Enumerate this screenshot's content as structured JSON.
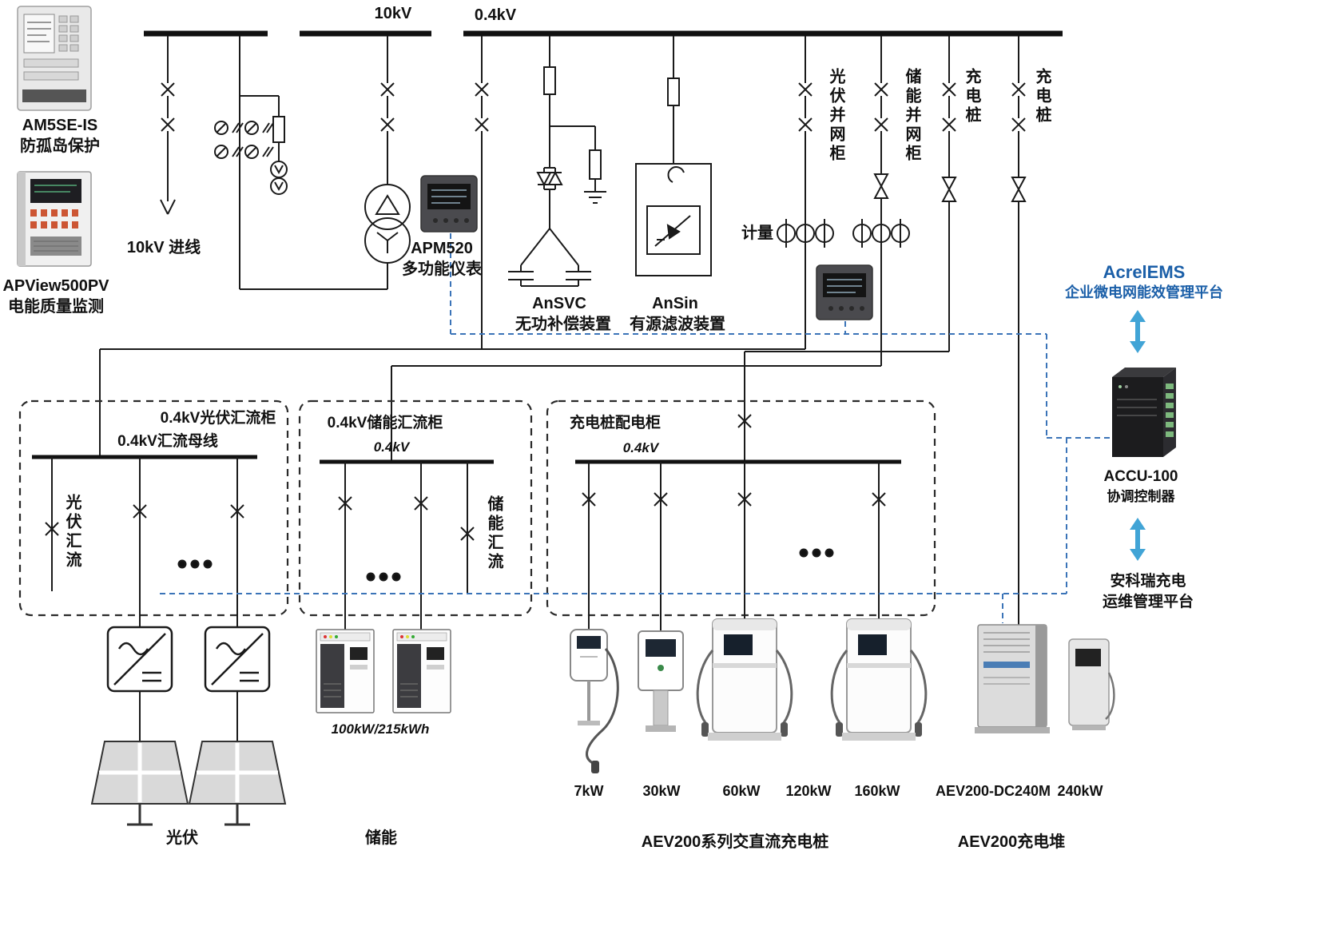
{
  "buses": {
    "mv": "10kV",
    "lv": "0.4kV"
  },
  "left_devices": {
    "am5se": {
      "model": "AM5SE-IS",
      "label": "防孤岛保护"
    },
    "apview": {
      "model": "APView500PV",
      "label": "电能质量监测"
    }
  },
  "feeders": {
    "incoming_label": "10kV 进线",
    "apm520": {
      "model": "APM520",
      "label": "多功能仪表"
    },
    "ansvc": {
      "model": "AnSVC",
      "label": "无功补偿装置"
    },
    "ansin": {
      "model": "AnSin",
      "label": "有源滤波装置"
    },
    "metering_label": "计量",
    "pv_grid_cabinet": "光伏并网柜",
    "ess_grid_cabinet": "储能并网柜",
    "charger_feeder_1": "充电桩",
    "charger_feeder_2": "充电桩"
  },
  "platforms": {
    "ems_title": "AcrelEMS",
    "ems_subtitle": "企业微电网能效管理平台",
    "accu": {
      "model": "ACCU-100",
      "label": "协调控制器"
    },
    "charging_platform_line1": "安科瑞充电",
    "charging_platform_line2": "运维管理平台"
  },
  "cabinets": {
    "pv": {
      "title": "0.4kV光伏汇流柜",
      "bus_label": "0.4kV汇流母线",
      "feeder_label": "光伏汇流"
    },
    "ess": {
      "title": "0.4kV储能汇流柜",
      "voltage_label": "0.4kV",
      "feeder_label": "储能汇流"
    },
    "charging": {
      "title": "充电桩配电柜",
      "voltage_label": "0.4kV"
    }
  },
  "equipment": {
    "pv_label": "光伏",
    "ess_label": "储能",
    "ess_rating": "100kW/215kWh",
    "charger_ratings": [
      "7kW",
      "30kW",
      "60kW",
      "120kW",
      "160kW"
    ],
    "stack_model": "AEV200-DC240M",
    "stack_rating": "240kW",
    "charger_series_label": "AEV200系列交直流充电桩",
    "stack_series_label": "AEV200充电堆"
  },
  "colors": {
    "line": "#1a1a1a",
    "comm_dashed": "#3b74b8",
    "ems_blue": "#1b5fa8",
    "arrow_blue": "#41a4d6"
  }
}
